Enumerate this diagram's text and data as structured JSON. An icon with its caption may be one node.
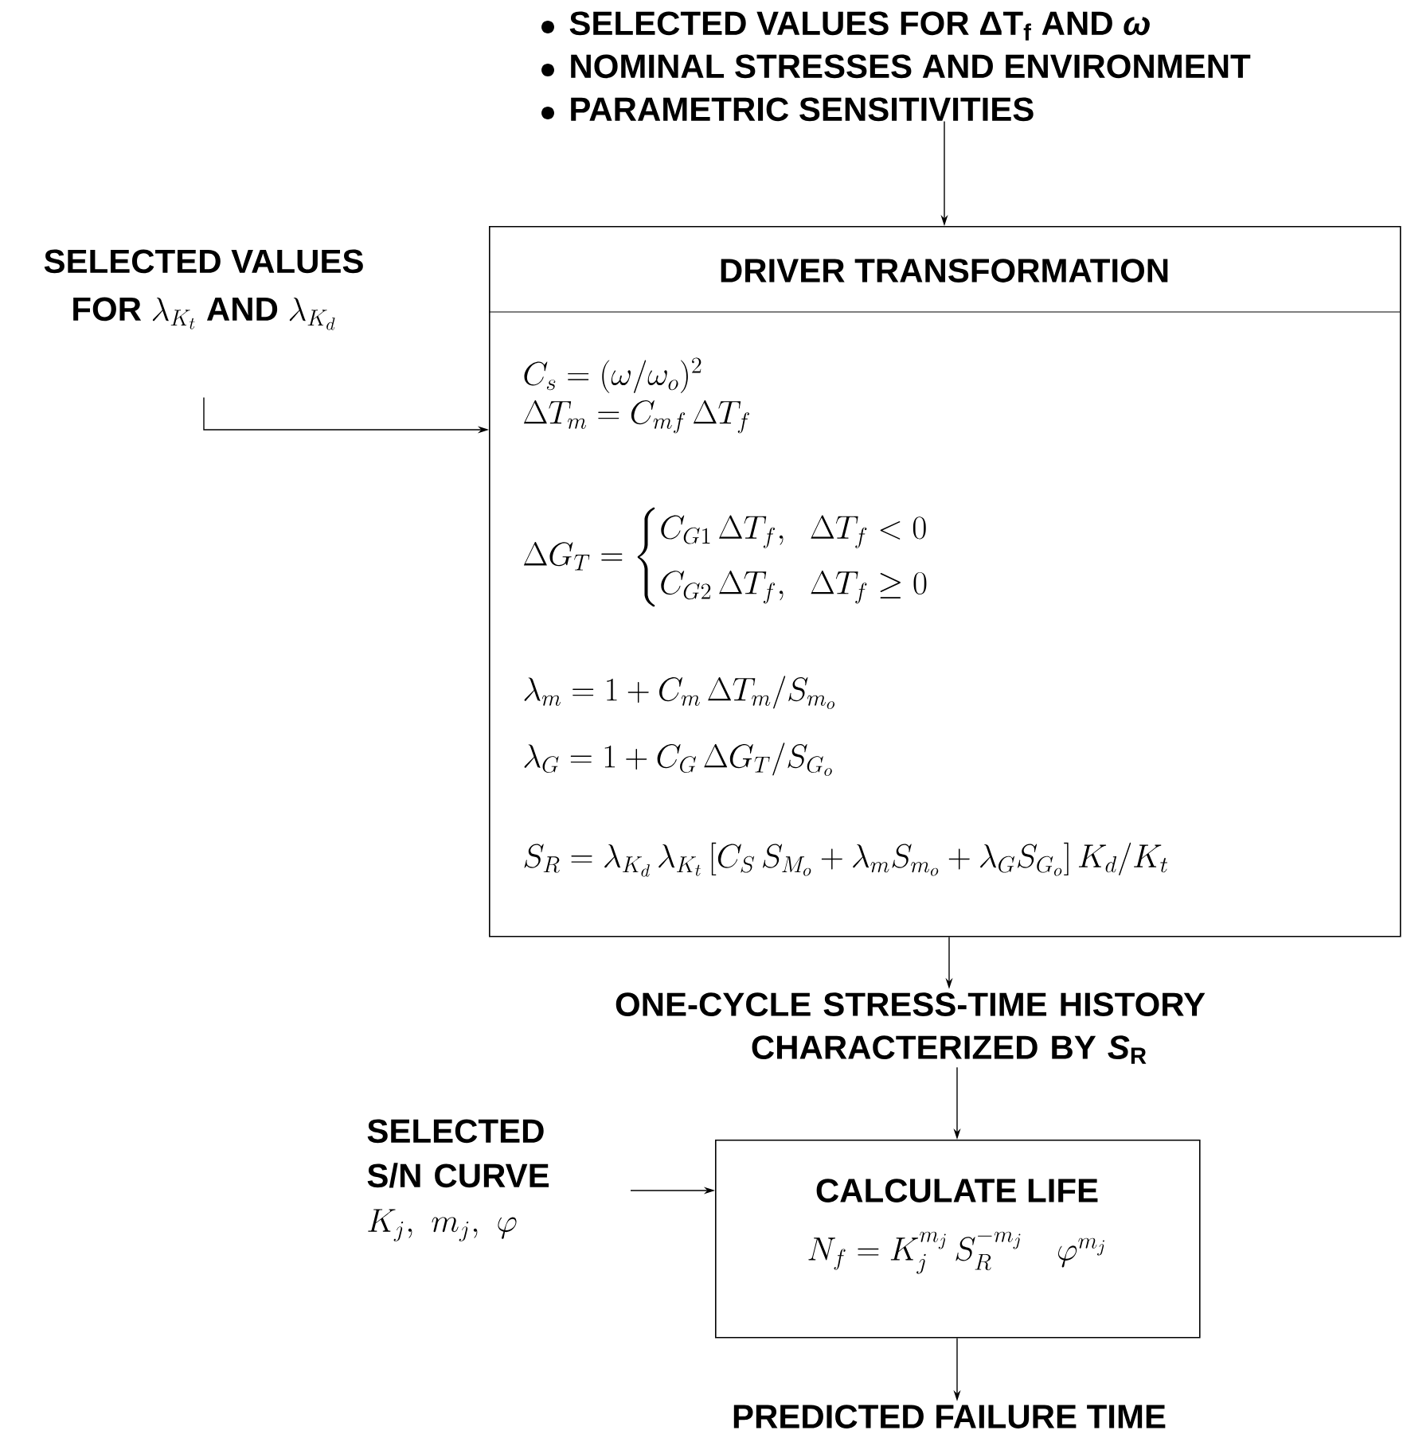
{
  "diagram": {
    "nodes": [
      {
        "text": [
          "SELECTED VALUES FOR ΔT$_{f}$ AND *ω*",
          "NOMINAL STRESSES AND ENVIRONMENT",
          "PARAMETRIC SENSITIVITIES"
        ]
      },
      {
        "text": [
          "\\begin{gathered}\\textbf{SELECTED VALUES}\\\\ \\textbf{FOR }\\lambda_{K_t}\\textbf{ AND }\\lambda_{K_d}\\end{gathered}"
        ]
      },
      {
        "text": [
          "DRIVER TRANSFORMATION",
          "C_s = (\\omega/\\omega_o)^2",
          "\\Delta T_m = C_{mf}\\,\\Delta T_f",
          "\\Delta G_T = \\begin{cases} C_{G1}\\,\\Delta T_f,\\ \\ \\Delta T_f < 0 \\\\[6pt] C_{G2}\\,\\Delta T_f,\\ \\ \\Delta T_f \\geq 0 \\end{cases}",
          "\\lambda_m = 1 + C_m\\,\\Delta T_m / S_{m_o}",
          "\\lambda_G = 1 + C_G\\,\\Delta G_T / S_{G_o}",
          "S_R = \\lambda_{K_d}\\,\\lambda_{K_t}\\left[C_S\\,S_{M_o} + \\lambda_m S_{m_o} + \\lambda_G S_{G_o}\\right] K_d / K_t"
        ]
      },
      {
        "text": [
          "ONE-CYCLE STRESS-TIME HISTORY CHARACTERIZED BY *S*$_{R}$"
        ]
      },
      {
        "text": [
          "SELECTED S/N CURVE",
          "K_j,\\ m_j,\\ \\varphi"
        ]
      },
      {
        "text": [
          "CALCULATE LIFE",
          "N_f = K_j^{m_j}\\,S_R^{-m_j}\\quad \\varphi^{m_j}"
        ]
      },
      {
        "text": [
          "PREDICTED FAILURE TIME"
        ]
      }
    ],
    "edges": [
      {
        "from": 0,
        "to": 2,
        "arrow": "to"
      },
      {
        "from": 1,
        "to": 2,
        "arrow": "to"
      },
      {
        "from": 2,
        "to": 3,
        "arrow": "to"
      },
      {
        "from": 3,
        "to": 5,
        "arrow": "to"
      },
      {
        "from": 4,
        "to": 5,
        "arrow": "to"
      },
      {
        "from": 5,
        "to": 6,
        "arrow": "to"
      }
    ]
  }
}
